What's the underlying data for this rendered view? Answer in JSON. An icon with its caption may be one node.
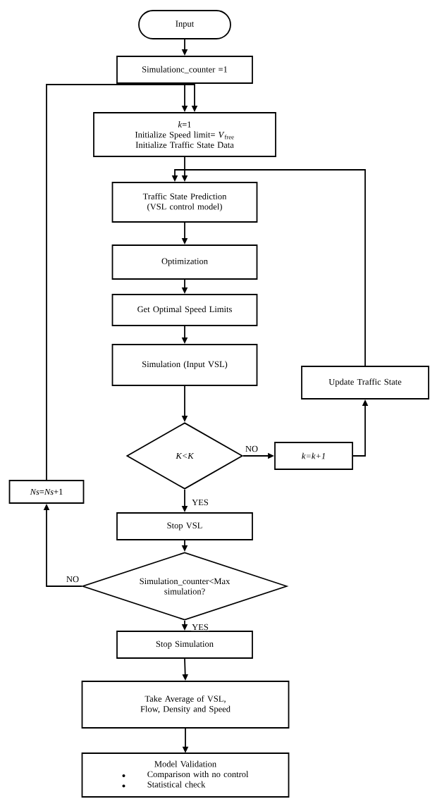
{
  "diagram": {
    "nodes": [
      {
        "text": [
          "Input"
        ]
      },
      {
        "text": [
          "Simulationc_counter =1"
        ]
      },
      {
        "text": [
          "*k*=1",
          "Initialize Speed limit= *V*$_{free}$",
          "Initialize Traffic State Data"
        ]
      },
      {
        "text": [
          "Traffic State Prediction (VSL control model)"
        ]
      },
      {
        "text": [
          "Optimization"
        ]
      },
      {
        "text": [
          "Get Optimal Speed Limits"
        ]
      },
      {
        "text": [
          "Simulation (Input VSL)"
        ]
      },
      {
        "text": [
          "K<K"
        ]
      },
      {
        "text": [
          "k=k+1"
        ]
      },
      {
        "text": [
          "Update Traffic State"
        ]
      },
      {
        "text": [
          "*Ns*=*Ns*+1"
        ]
      },
      {
        "text": [
          "Stop VSL"
        ]
      },
      {
        "text": [
          "Simulation_counter<Max simulation?"
        ]
      },
      {
        "text": [
          "Stop Simulation"
        ]
      },
      {
        "text": [
          "Take Average of VSL, Flow, Density and Speed"
        ]
      },
      {
        "text": [
          "Model Validation",
          "Comparison with no control",
          "Statistical check"
        ]
      }
    ],
    "edges": [
      {
        "from": 0,
        "to": 1,
        "arrow": "to"
      },
      {
        "from": 1,
        "to": 2,
        "arrow": "to"
      },
      {
        "from": 2,
        "to": 3,
        "arrow": "to"
      },
      {
        "from": 3,
        "to": 4,
        "arrow": "to"
      },
      {
        "from": 4,
        "to": 5,
        "arrow": "to"
      },
      {
        "from": 5,
        "to": 6,
        "arrow": "to"
      },
      {
        "from": 6,
        "to": 7,
        "arrow": "to"
      },
      {
        "from": 7,
        "to": 8,
        "arrow": "to",
        "label": "NO"
      },
      {
        "from": 8,
        "to": 9,
        "arrow": "to"
      },
      {
        "from": 9,
        "to": 3,
        "arrow": "to"
      },
      {
        "from": 7,
        "to": 11,
        "arrow": "to",
        "label": "YES"
      },
      {
        "from": 11,
        "to": 12,
        "arrow": "to"
      },
      {
        "from": 12,
        "to": 10,
        "arrow": "to",
        "label": "NO"
      },
      {
        "from": 10,
        "to": 2,
        "arrow": "to"
      },
      {
        "from": 12,
        "to": 13,
        "arrow": "to",
        "label": "YES"
      },
      {
        "from": 13,
        "to": 14,
        "arrow": "to"
      },
      {
        "from": 14,
        "to": 15,
        "arrow": "to"
      }
    ]
  }
}
